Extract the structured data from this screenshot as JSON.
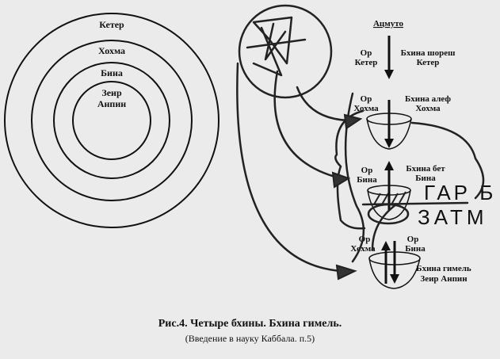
{
  "circles": {
    "keter": "Кетер",
    "hochma": "Хохма",
    "bina": "Бина",
    "zeir1": "Зеир",
    "zeir2": "Анпин"
  },
  "right": {
    "atzmuto": "Ацмуто",
    "or_keter": [
      "Ор",
      "Кетер"
    ],
    "bhina_shoresh": [
      "Бхина шореш",
      "Кетер"
    ],
    "or_hochma": [
      "Ор",
      "Хохма"
    ],
    "bhina_alef": [
      "Бхина алеф",
      "Хохма"
    ],
    "or_bina": [
      "Ор",
      "Бина"
    ],
    "bhina_bet": [
      "Бхина бет",
      "Бина"
    ],
    "garb": "ГАР Б",
    "zatm": "ЗАТМ",
    "or_hochma2": [
      "Ор",
      "Хохма"
    ],
    "or_bina2": [
      "Ор",
      "Бина"
    ],
    "bhina_gimel": [
      "Бхина гимель",
      "Зеир Анпин"
    ]
  },
  "caption": {
    "title": "Рис.4. Четыре бхины. Бхина гимель.",
    "source": "(Введение в науку Каббала. п.5)"
  }
}
